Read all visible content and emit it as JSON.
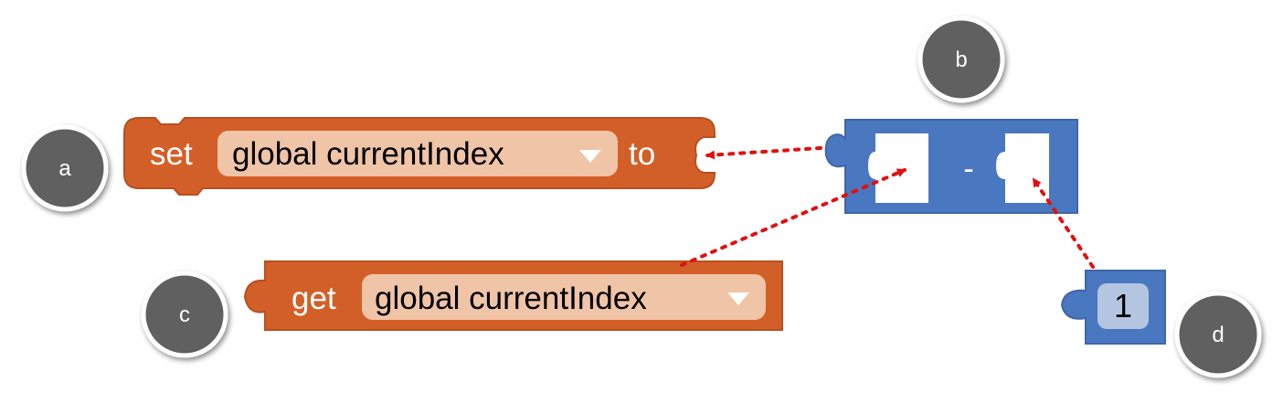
{
  "colors": {
    "variable_block": "#d35f28",
    "variable_block_dark": "#b84f1f",
    "field_bg": "#f0c4a6",
    "math_block": "#4a78c0",
    "math_block_dark": "#3e66a8",
    "number_field_bg": "#b4c5e2",
    "badge": "#606060",
    "badge_ring": "#ffffff",
    "arrow": "#e01010"
  },
  "set_block": {
    "keyword": "set",
    "variable": "global currentIndex",
    "dropdown_icon": "triangle-down-icon",
    "suffix": "to"
  },
  "get_block": {
    "keyword": "get",
    "variable": "global currentIndex",
    "dropdown_icon": "triangle-down-icon"
  },
  "math_block": {
    "operator": "-"
  },
  "number_block": {
    "value": "1"
  },
  "badges": {
    "a": "a",
    "b": "b",
    "c": "c",
    "d": "d"
  }
}
